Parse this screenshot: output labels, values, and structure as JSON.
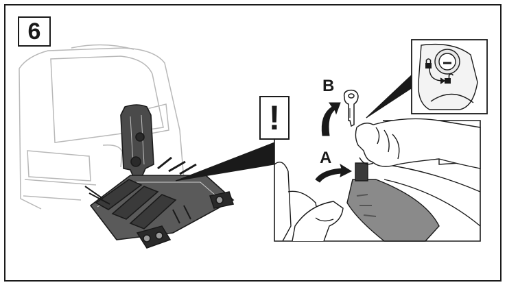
{
  "step": {
    "number": "6"
  },
  "warning": {
    "symbol": "!"
  },
  "callouts": {
    "a": "A",
    "b": "B"
  },
  "icons": {
    "lock_closed": "lock-closed-icon",
    "lock_open": "lock-open-icon",
    "key": "key-icon",
    "arrow": "curved-arrow-icon"
  },
  "colors": {
    "line": "#1a1a1a",
    "car_outline": "#b8b8b8",
    "rack_dark": "#3a3a3a",
    "hand_shade": "#8a8a8a"
  }
}
